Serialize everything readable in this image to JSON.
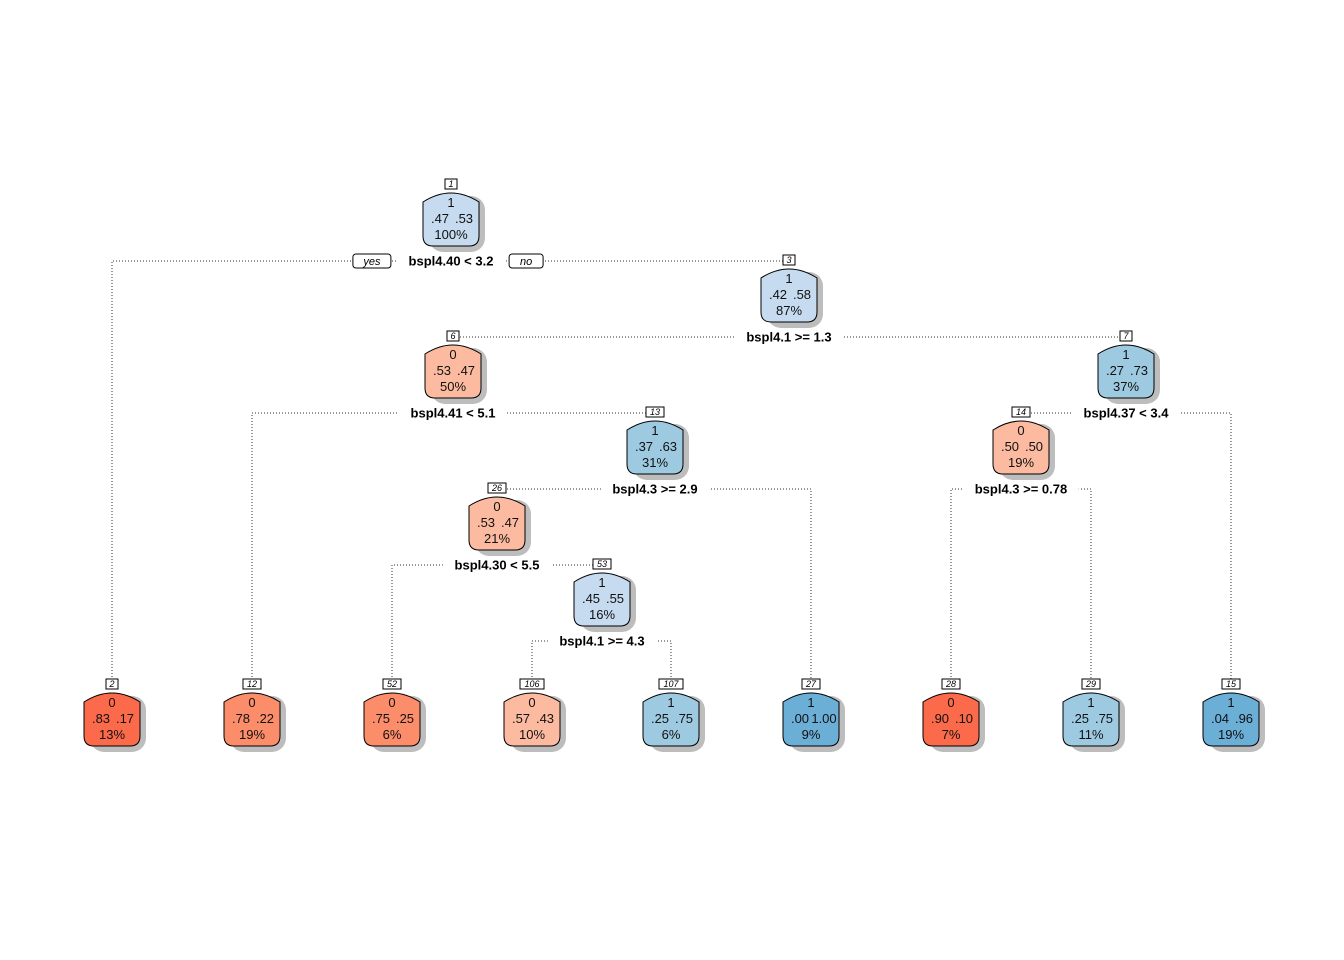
{
  "tree": {
    "yes_label": "yes",
    "no_label": "no",
    "nodes": [
      {
        "id": "1",
        "class": "1",
        "probs": [
          ".47",
          ".53"
        ],
        "pct": "100%",
        "color": "#c6dbef",
        "split": "bspl4.40 < 3.2",
        "children": [
          "2",
          "3"
        ]
      },
      {
        "id": "3",
        "class": "1",
        "probs": [
          ".42",
          ".58"
        ],
        "pct": "87%",
        "color": "#c6dbef",
        "split": "bspl4.1 >= 1.3",
        "children": [
          "6",
          "7"
        ]
      },
      {
        "id": "6",
        "class": "0",
        "probs": [
          ".53",
          ".47"
        ],
        "pct": "50%",
        "color": "#fcbba1",
        "split": "bspl4.41 < 5.1",
        "children": [
          "12",
          "13"
        ]
      },
      {
        "id": "7",
        "class": "1",
        "probs": [
          ".27",
          ".73"
        ],
        "pct": "37%",
        "color": "#9ecae1",
        "split": "bspl4.37 < 3.4",
        "children": [
          "14",
          "15"
        ]
      },
      {
        "id": "13",
        "class": "1",
        "probs": [
          ".37",
          ".63"
        ],
        "pct": "31%",
        "color": "#9ecae1",
        "split": "bspl4.3 >= 2.9",
        "children": [
          "26",
          "27"
        ]
      },
      {
        "id": "14",
        "class": "0",
        "probs": [
          ".50",
          ".50"
        ],
        "pct": "19%",
        "color": "#fcbba1",
        "split": "bspl4.3 >= 0.78",
        "children": [
          "28",
          "29"
        ]
      },
      {
        "id": "26",
        "class": "0",
        "probs": [
          ".53",
          ".47"
        ],
        "pct": "21%",
        "color": "#fcbba1",
        "split": "bspl4.30 < 5.5",
        "children": [
          "52",
          "53"
        ]
      },
      {
        "id": "53",
        "class": "1",
        "probs": [
          ".45",
          ".55"
        ],
        "pct": "16%",
        "color": "#c6dbef",
        "split": "bspl4.1 >= 4.3",
        "children": [
          "106",
          "107"
        ]
      },
      {
        "id": "2",
        "class": "0",
        "probs": [
          ".83",
          ".17"
        ],
        "pct": "13%",
        "color": "#fb6a4a"
      },
      {
        "id": "12",
        "class": "0",
        "probs": [
          ".78",
          ".22"
        ],
        "pct": "19%",
        "color": "#fc8d6a"
      },
      {
        "id": "52",
        "class": "0",
        "probs": [
          ".75",
          ".25"
        ],
        "pct": "6%",
        "color": "#fc8d6a"
      },
      {
        "id": "106",
        "class": "0",
        "probs": [
          ".57",
          ".43"
        ],
        "pct": "10%",
        "color": "#fcbba1"
      },
      {
        "id": "107",
        "class": "1",
        "probs": [
          ".25",
          ".75"
        ],
        "pct": "6%",
        "color": "#9ecae1"
      },
      {
        "id": "27",
        "class": "1",
        "probs": [
          ".00",
          "1.00"
        ],
        "pct": "9%",
        "color": "#6baed6"
      },
      {
        "id": "28",
        "class": "0",
        "probs": [
          ".90",
          ".10"
        ],
        "pct": "7%",
        "color": "#fb6a4a"
      },
      {
        "id": "29",
        "class": "1",
        "probs": [
          ".25",
          ".75"
        ],
        "pct": "11%",
        "color": "#9ecae1"
      },
      {
        "id": "15",
        "class": "1",
        "probs": [
          ".04",
          ".96"
        ],
        "pct": "19%",
        "color": "#6baed6"
      }
    ]
  }
}
